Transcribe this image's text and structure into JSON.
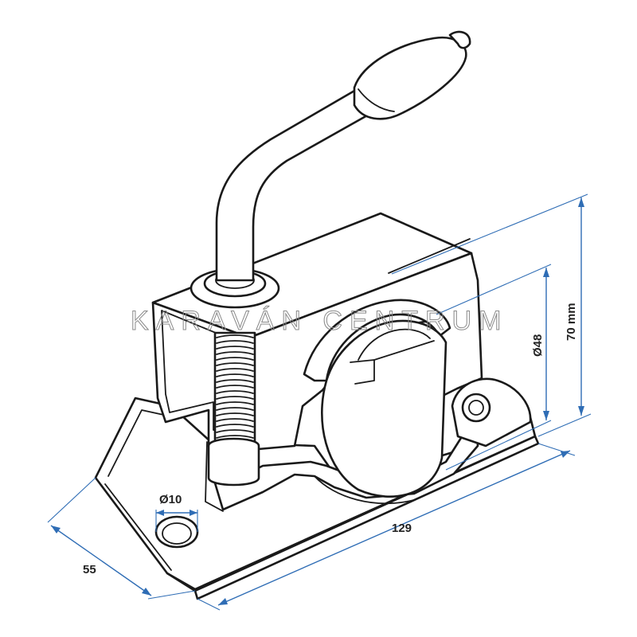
{
  "diagram": {
    "dimensions": {
      "hole_diameter": "Ø10",
      "clamp_diameter": "Ø48",
      "height": "70 mm",
      "length": "129",
      "width": "55"
    },
    "watermark": "KARAVÁN CENTRUM",
    "colors": {
      "outline": "#1a1a1a",
      "dimension_line": "#2f6db5",
      "watermark": "#8a8a8a"
    }
  }
}
